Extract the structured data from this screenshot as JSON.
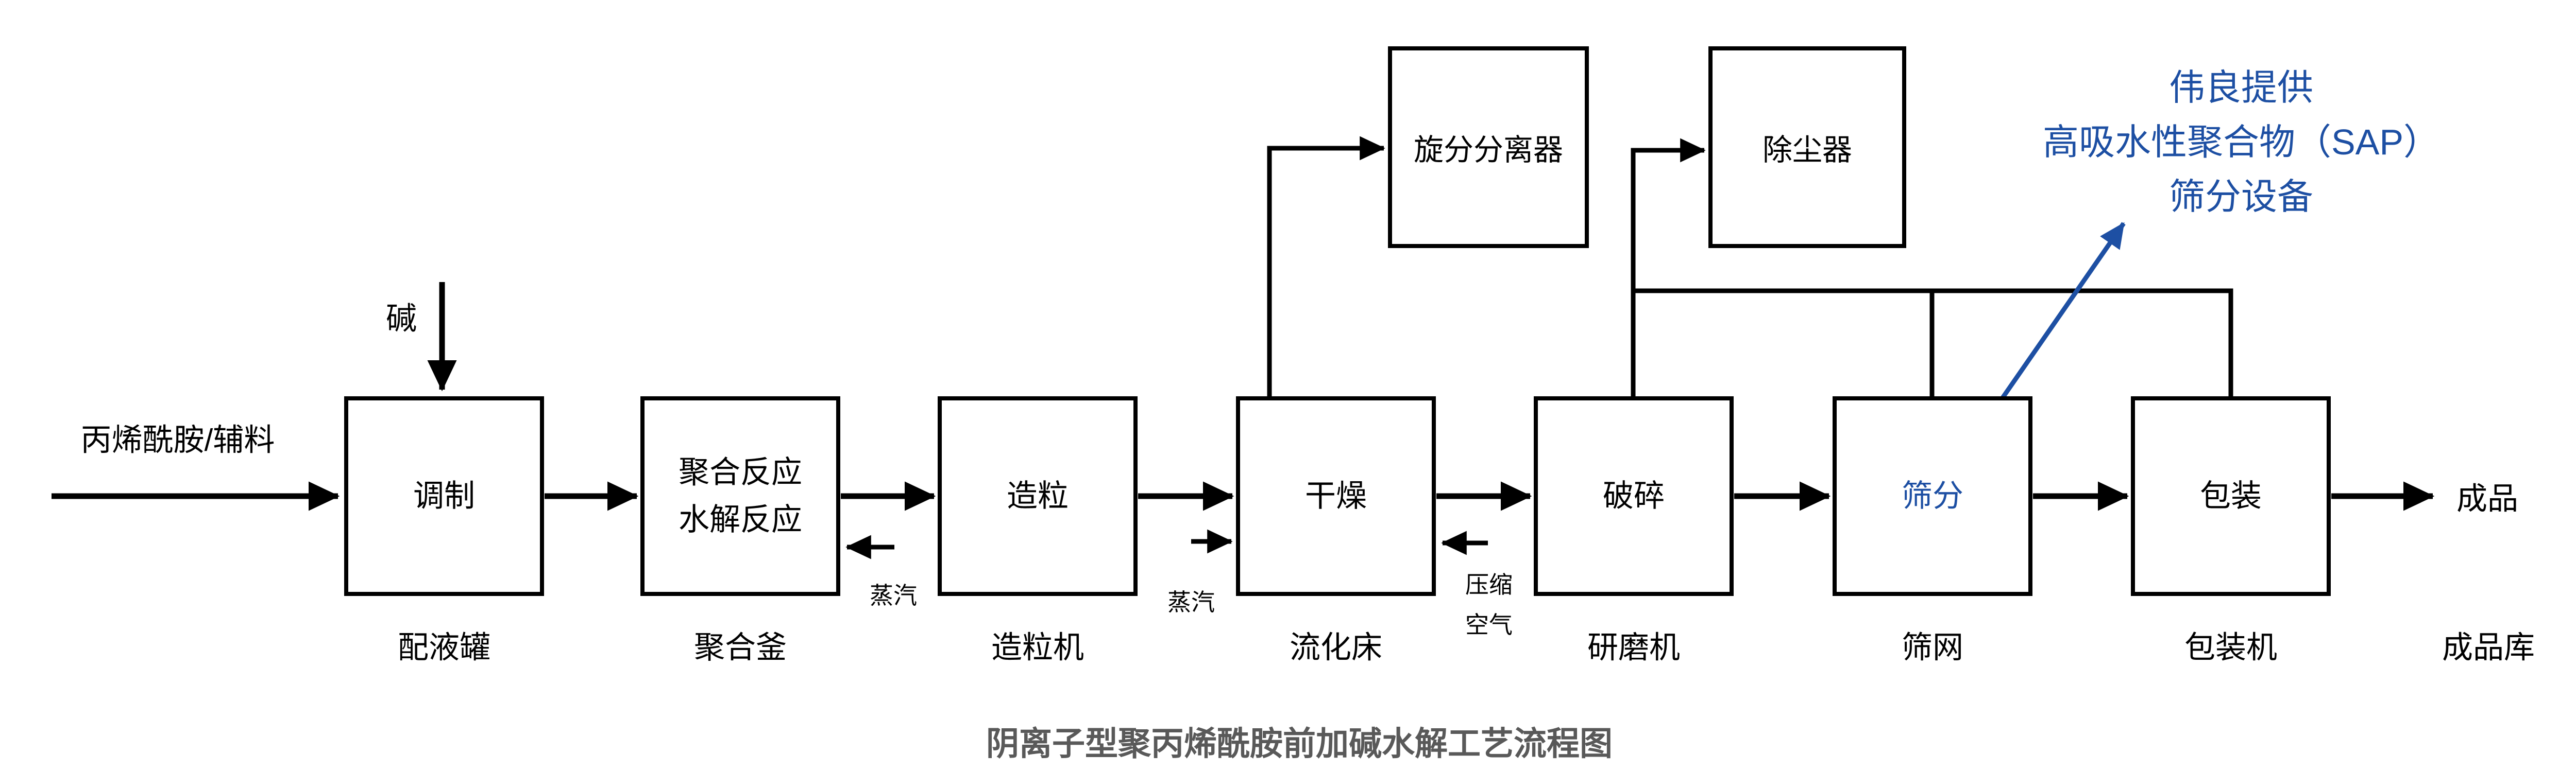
{
  "diagram": {
    "title": "阴离子型聚丙烯酰胺前加碱水解工艺流程图",
    "title_color": "#595959",
    "background": "#ffffff"
  },
  "colors": {
    "line_black": "#000000",
    "accent_blue": "#1d4fa3"
  },
  "inputs": {
    "feed_label": "丙烯酰胺/辅料",
    "alkali_label": "碱"
  },
  "process": {
    "steps": [
      {
        "box_line1": "调制",
        "box_line2": "",
        "equipment": "配液罐"
      },
      {
        "box_line1": "聚合反应",
        "box_line2": "水解反应",
        "equipment": "聚合釜"
      },
      {
        "box_line1": "造粒",
        "box_line2": "",
        "equipment": "造粒机"
      },
      {
        "box_line1": "干燥",
        "box_line2": "",
        "equipment": "流化床"
      },
      {
        "box_line1": "破碎",
        "box_line2": "",
        "equipment": "研磨机"
      },
      {
        "box_line1": "筛分",
        "box_line2": "",
        "equipment": "筛网"
      },
      {
        "box_line1": "包装",
        "box_line2": "",
        "equipment": "包装机"
      }
    ]
  },
  "top_equipment": {
    "cyclone": "旋分分离器",
    "dust_collector": "除尘器"
  },
  "utilities": {
    "steam_left": "蒸汽",
    "steam_right": "蒸汽",
    "air_line1": "压缩",
    "air_line2": "空气"
  },
  "output": {
    "product_label": "成品",
    "warehouse_label": "成品库"
  },
  "annotation": {
    "line1": "伟良提供",
    "line2": "高吸水性聚合物（SAP）",
    "line3": "筛分设备"
  }
}
